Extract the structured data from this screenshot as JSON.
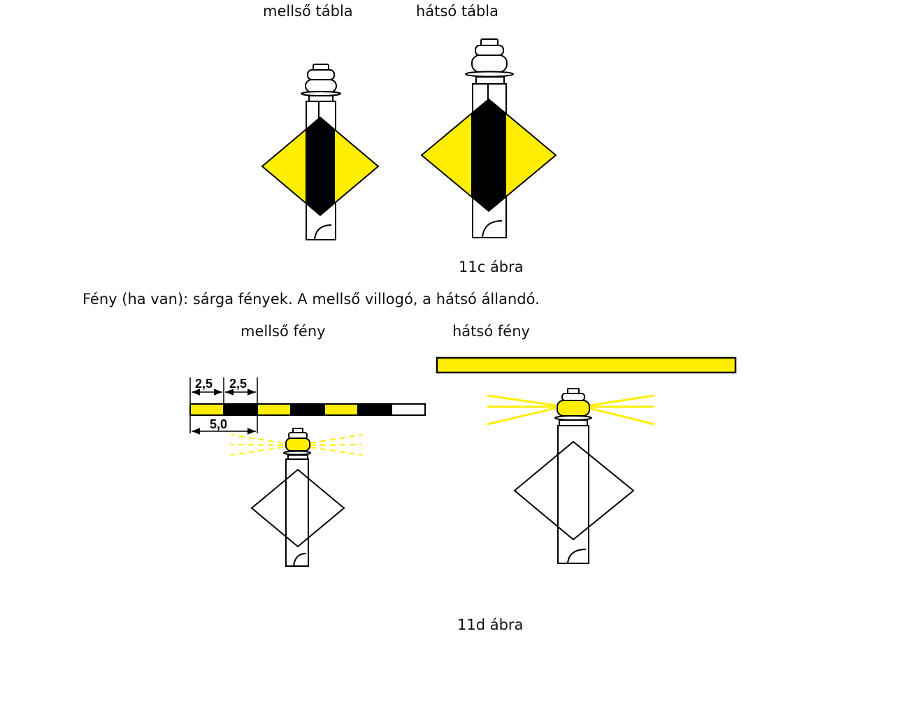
{
  "labels": {
    "front_sign": "mellső tábla",
    "rear_sign": "hátsó tábla",
    "figure_11c": "11c ábra",
    "light_caption": "Fény (ha van): sárga fények. A mellső villogó, a hátsó állandó.",
    "front_light": "mellső fény",
    "rear_light": "hátsó fény",
    "figure_11d": "11d ábra"
  },
  "dimensions": {
    "seg1": "2,5",
    "seg2": "2,5",
    "total": "5,0"
  },
  "colors": {
    "yellow": "#ffee00",
    "black": "#000000",
    "white": "#ffffff"
  }
}
